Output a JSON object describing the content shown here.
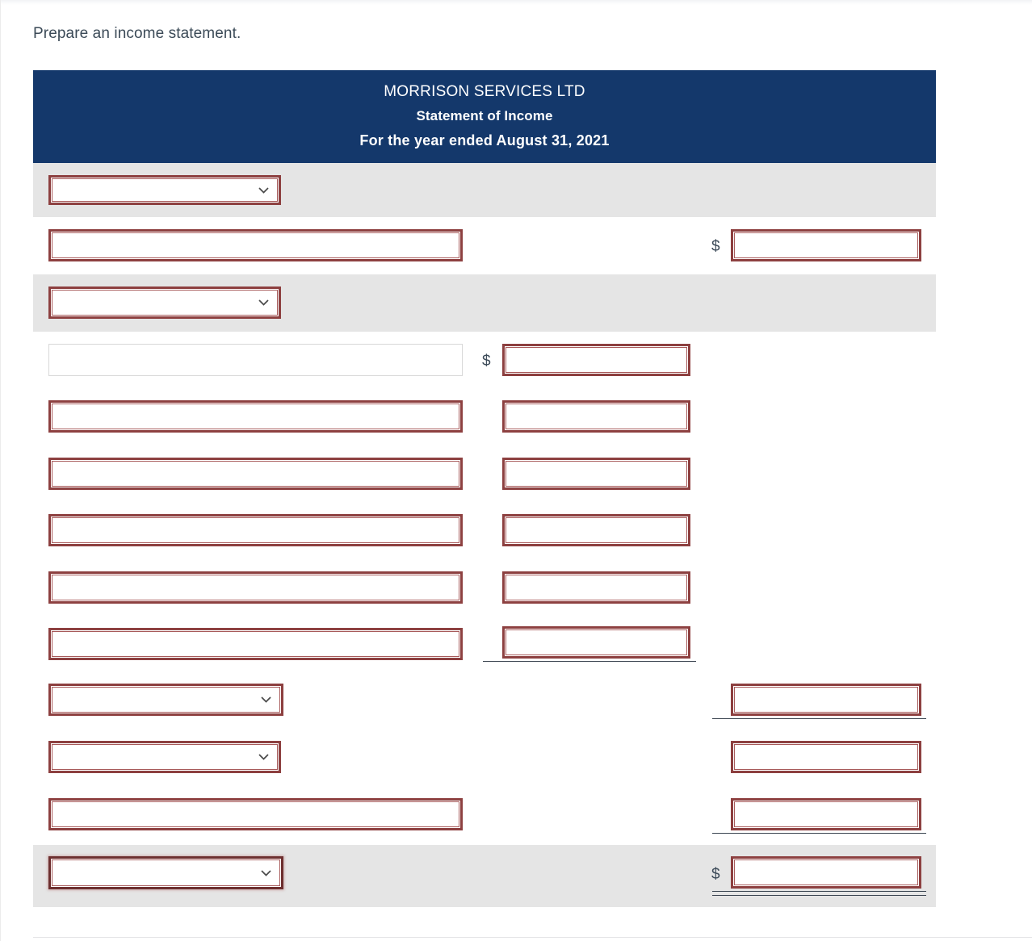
{
  "prompt": "Prepare an income statement.",
  "statement": {
    "company": "MORRISON SERVICES LTD",
    "title": "Statement of Income",
    "period": "For the year ended August 31, 2021"
  },
  "colors": {
    "header_bg": "#14386b",
    "header_text": "#ffffff",
    "field_border": "#8d4040",
    "field_border_inner": "#a85b5b",
    "field_border_focus": "#6d2f2f",
    "row_shaded": "#e5e5e5",
    "row_plain": "#ffffff",
    "rule": "#3a4450",
    "text": "#3b4a57"
  },
  "icons": {
    "chevron_down": "chevron-down-icon",
    "currency": "$"
  },
  "rows": [
    {
      "index": 0,
      "shaded": true,
      "label_control": {
        "type": "select",
        "value": "",
        "placeholder": ""
      },
      "amount_mid": null,
      "amount_right": null
    },
    {
      "index": 1,
      "shaded": false,
      "label_control": {
        "type": "text",
        "value": "",
        "placeholder": ""
      },
      "amount_right": {
        "type": "text",
        "value": "",
        "placeholder": "",
        "currency": "$"
      }
    },
    {
      "index": 2,
      "shaded": true,
      "label_control": {
        "type": "select",
        "value": "",
        "placeholder": ""
      }
    },
    {
      "index": 3,
      "shaded": false,
      "label_control": {
        "type": "text",
        "value": "",
        "placeholder": "",
        "style": "plain"
      },
      "amount_mid": {
        "type": "text",
        "value": "",
        "placeholder": "",
        "currency": "$"
      }
    },
    {
      "index": 4,
      "shaded": false,
      "label_control": {
        "type": "text",
        "value": "",
        "placeholder": ""
      },
      "amount_mid": {
        "type": "text",
        "value": "",
        "placeholder": ""
      }
    },
    {
      "index": 5,
      "shaded": false,
      "label_control": {
        "type": "text",
        "value": "",
        "placeholder": ""
      },
      "amount_mid": {
        "type": "text",
        "value": "",
        "placeholder": ""
      }
    },
    {
      "index": 6,
      "shaded": false,
      "label_control": {
        "type": "text",
        "value": "",
        "placeholder": ""
      },
      "amount_mid": {
        "type": "text",
        "value": "",
        "placeholder": ""
      }
    },
    {
      "index": 7,
      "shaded": false,
      "label_control": {
        "type": "text",
        "value": "",
        "placeholder": ""
      },
      "amount_mid": {
        "type": "text",
        "value": "",
        "placeholder": ""
      }
    },
    {
      "index": 8,
      "shaded": false,
      "label_control": {
        "type": "text",
        "value": "",
        "placeholder": ""
      },
      "amount_mid": {
        "type": "text",
        "value": "",
        "placeholder": "",
        "underline": "single"
      }
    },
    {
      "index": 9,
      "shaded": false,
      "label_control": {
        "type": "select",
        "value": "",
        "placeholder": ""
      },
      "amount_right": {
        "type": "text",
        "value": "",
        "placeholder": "",
        "underline": "single"
      }
    },
    {
      "index": 10,
      "shaded": false,
      "label_control": {
        "type": "select",
        "value": "",
        "placeholder": ""
      },
      "amount_right": {
        "type": "text",
        "value": "",
        "placeholder": ""
      }
    },
    {
      "index": 11,
      "shaded": false,
      "label_control": {
        "type": "text",
        "value": "",
        "placeholder": ""
      },
      "amount_right": {
        "type": "text",
        "value": "",
        "placeholder": "",
        "underline": "single"
      }
    },
    {
      "index": 12,
      "shaded": true,
      "label_control": {
        "type": "select",
        "value": "",
        "placeholder": "",
        "style": "emphasis"
      },
      "amount_right": {
        "type": "text",
        "value": "",
        "placeholder": "",
        "currency": "$",
        "underline": "double"
      }
    }
  ]
}
